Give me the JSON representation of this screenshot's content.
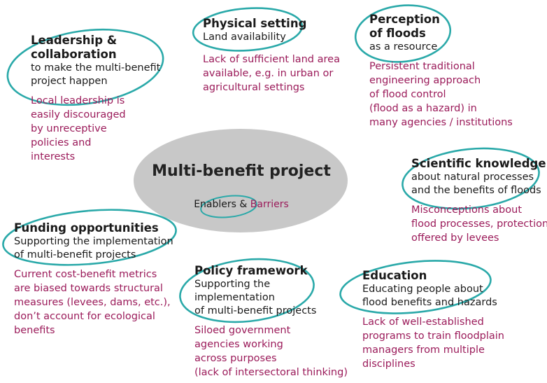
{
  "colors": {
    "teal": "#2aa9a9",
    "barrier": "#9b1b5a",
    "center_fill": "#c8c8c8",
    "text": "#1a1a1a"
  },
  "center": {
    "title": "Multi-benefit project",
    "enablers": "Enablers",
    "amp": " & ",
    "barriers": "Barriers"
  },
  "nodes": [
    {
      "id": "leadership",
      "title": [
        "Leadership &",
        "collaboration"
      ],
      "subtitle": [
        "to make the multi-benefit",
        "project happen"
      ],
      "barrier": [
        "Local leadership is",
        "easily discouraged",
        "by unreceptive",
        "policies and",
        "interests"
      ]
    },
    {
      "id": "physical",
      "title": [
        "Physical setting"
      ],
      "subtitle": [
        "Land availability"
      ],
      "barrier": [
        "Lack of sufficient land area",
        "available, e.g. in urban or",
        "agricultural settings"
      ]
    },
    {
      "id": "perception",
      "title": [
        "Perception",
        "of floods"
      ],
      "subtitle": [
        "as a resource"
      ],
      "barrier": [
        "Persistent traditional",
        "engineering approach",
        "of flood control",
        "(flood as a hazard) in",
        "many agencies / institutions"
      ]
    },
    {
      "id": "scientific",
      "title": [
        "Scientific knowledge"
      ],
      "subtitle": [
        "about natural processes",
        "and the benefits of floods"
      ],
      "barrier": [
        "Misconceptions about",
        "flood processes, protection",
        "offered by levees"
      ]
    },
    {
      "id": "funding",
      "title": [
        "Funding opportunities"
      ],
      "subtitle": [
        "Supporting the implementation",
        "of multi-benefit projects"
      ],
      "barrier": [
        "Current cost-benefit metrics",
        "are biased towards structural",
        "measures (levees, dams, etc.),",
        "don’t account for ecological",
        "benefits"
      ]
    },
    {
      "id": "policy",
      "title": [
        "Policy framework"
      ],
      "subtitle": [
        "Supporting the",
        "implementation",
        "of multi-benefit projects"
      ],
      "barrier": [
        "Siloed government",
        "agencies working",
        "across purposes",
        "(lack of intersectoral thinking)"
      ]
    },
    {
      "id": "education",
      "title": [
        "Education"
      ],
      "subtitle": [
        "Educating people about",
        "flood benefits and hazards"
      ],
      "barrier": [
        "Lack of well-established",
        "programs to train floodplain",
        "managers from multiple",
        "disciplines"
      ]
    }
  ]
}
